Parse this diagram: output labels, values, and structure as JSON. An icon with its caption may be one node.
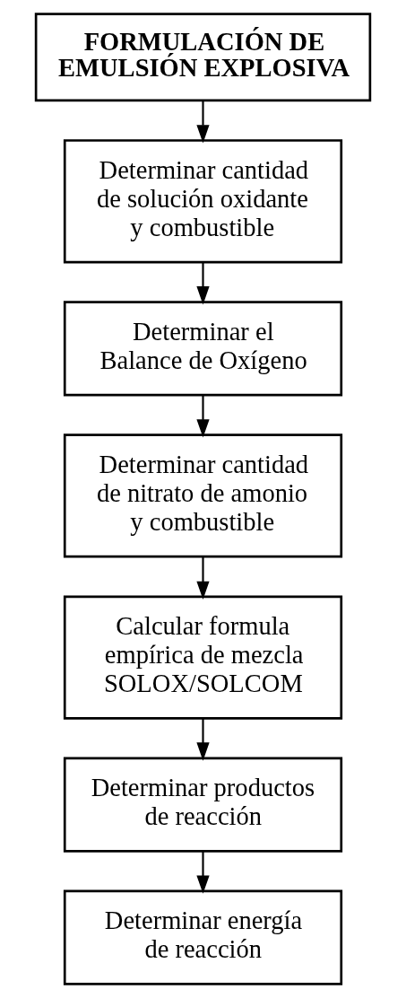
{
  "diagram": {
    "nodes": [
      {
        "text": [
          "FORMULACIÓN DE EMULSIÓN EXPLOSIVA"
        ]
      },
      {
        "text": [
          "Determinar cantidad de solución oxidante y combustible"
        ]
      },
      {
        "text": [
          "Determinar el Balance de Oxígeno"
        ]
      },
      {
        "text": [
          "Determinar cantidad de nitrato de amonio y combustible"
        ]
      },
      {
        "text": [
          "Calcular formula empírica de mezcla SOLOX/SOLCOM"
        ]
      },
      {
        "text": [
          "Determinar productos de reacción"
        ]
      },
      {
        "text": [
          "Determinar energía de reacción"
        ]
      }
    ],
    "edges": [
      {
        "from": 0,
        "to": 1,
        "arrow": "to"
      },
      {
        "from": 1,
        "to": 2,
        "arrow": "to"
      },
      {
        "from": 2,
        "to": 3,
        "arrow": "to"
      },
      {
        "from": 3,
        "to": 4,
        "arrow": "to"
      },
      {
        "from": 4,
        "to": 5,
        "arrow": "to"
      },
      {
        "from": 5,
        "to": 6,
        "arrow": "to"
      }
    ]
  }
}
